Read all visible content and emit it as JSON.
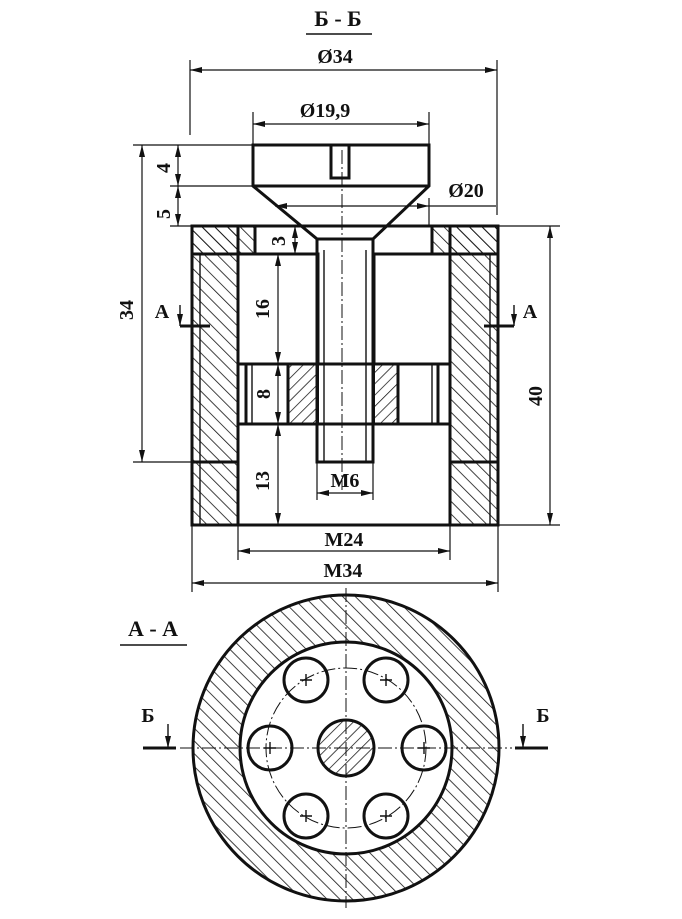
{
  "section_titles": {
    "bb": "Б - Б",
    "aa": "А - А"
  },
  "dimensions": {
    "d34": "Ø34",
    "d19_9": "Ø19,9",
    "d20": "Ø20",
    "h4": "4",
    "h5": "5",
    "h3": "3",
    "h16": "16",
    "h8": "8",
    "h13": "13",
    "h34": "34",
    "h40": "40",
    "m6": "M6",
    "m24": "M24",
    "m34": "M34"
  },
  "cut_marks": {
    "a": "А",
    "b": "Б"
  }
}
